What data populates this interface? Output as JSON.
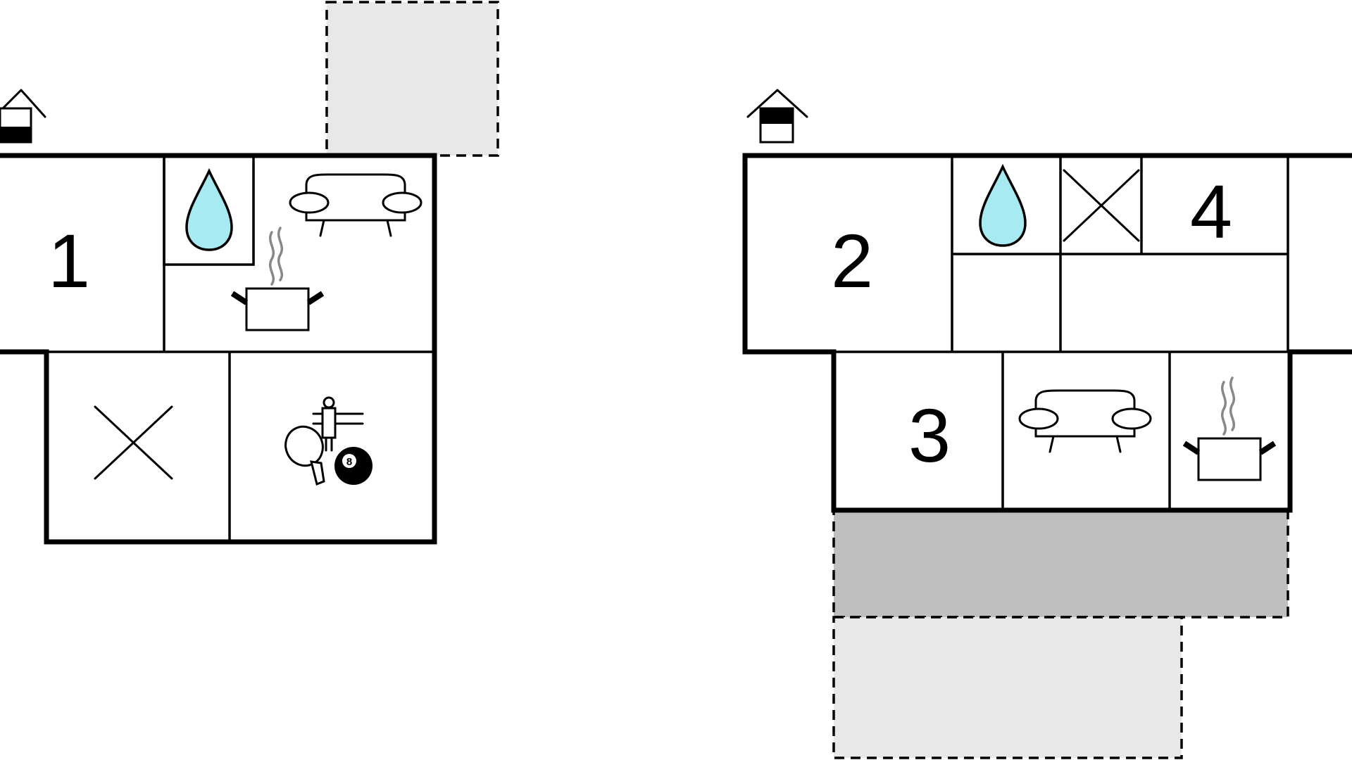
{
  "left_plan": {
    "rooms": [
      {
        "label": "1"
      }
    ],
    "icons": [
      "entrance-icon",
      "water-drop-icon",
      "sofa-icon",
      "cooking-pot-icon",
      "cross-icon",
      "games-icon"
    ],
    "billiard_ball_number": "8"
  },
  "right_plan": {
    "rooms": [
      {
        "label": "2"
      },
      {
        "label": "3"
      },
      {
        "label": "4"
      }
    ],
    "icons": [
      "entrance-icon",
      "water-drop-icon",
      "cross-icon",
      "sofa-icon",
      "cooking-pot-icon"
    ]
  },
  "colors": {
    "water": "#a8eaf2",
    "terrace_light": "#e8e8e8",
    "terrace_dark": "#bfbfbf",
    "steam": "#888888"
  }
}
